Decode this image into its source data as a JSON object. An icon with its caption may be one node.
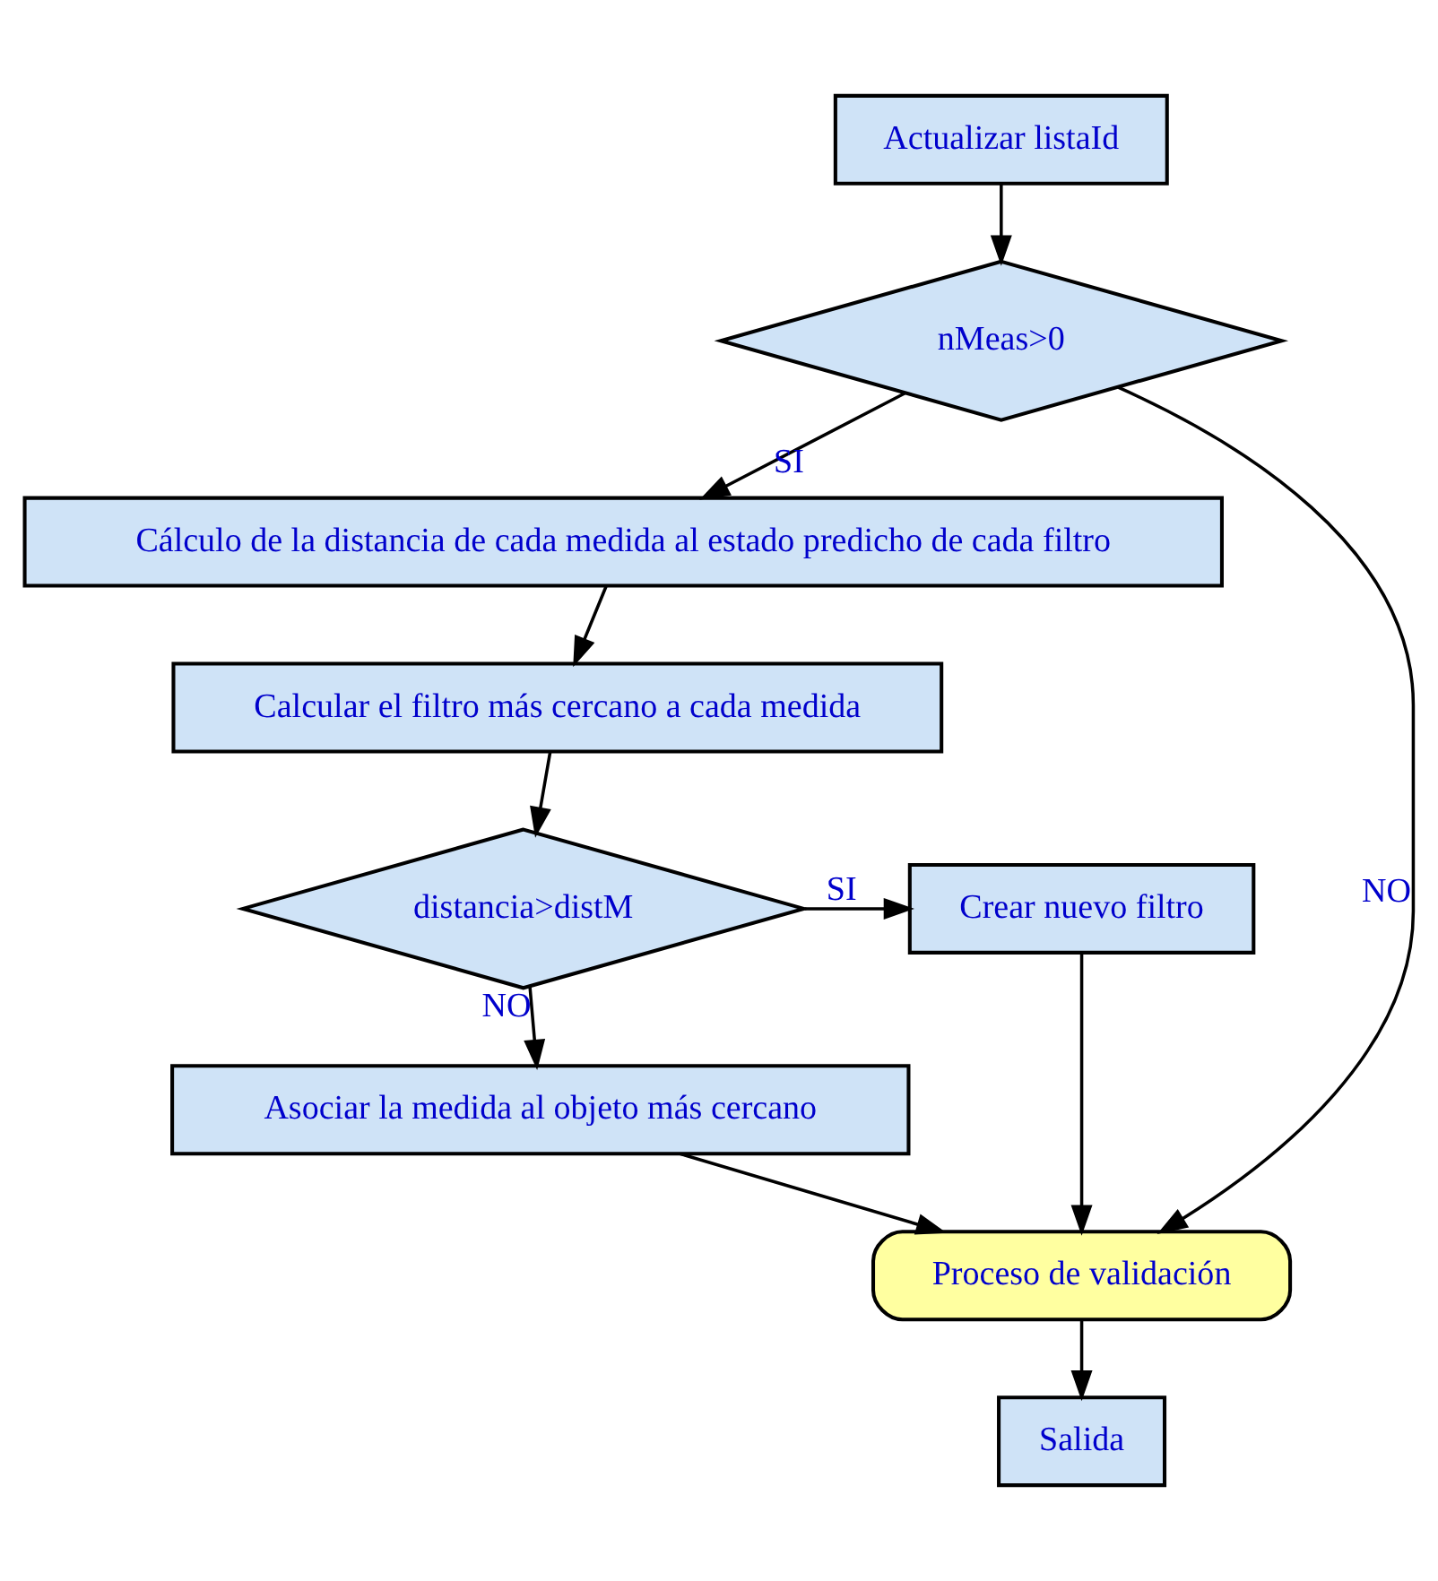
{
  "diagram": {
    "nodes": [
      {
        "text": [
          "Actualizar listaId"
        ]
      },
      {
        "text": [
          "nMeas>0"
        ]
      },
      {
        "text": [
          "Cálculo de la distancia de cada medida al estado predicho de cada filtro"
        ]
      },
      {
        "text": [
          "Calcular el filtro más cercano a cada medida"
        ]
      },
      {
        "text": [
          "distancia>distM"
        ]
      },
      {
        "text": [
          "Crear nuevo filtro"
        ]
      },
      {
        "text": [
          "Asociar la medida al objeto más cercano"
        ]
      },
      {
        "text": [
          "Proceso de validación"
        ]
      },
      {
        "text": [
          "Salida"
        ]
      }
    ],
    "edges": [
      {
        "from": 0,
        "to": 1,
        "arrow": "to"
      },
      {
        "from": 1,
        "to": 2,
        "arrow": "to",
        "label": "SI"
      },
      {
        "from": 1,
        "to": 7,
        "arrow": "to",
        "label": "NO"
      },
      {
        "from": 2,
        "to": 3,
        "arrow": "to"
      },
      {
        "from": 3,
        "to": 4,
        "arrow": "to"
      },
      {
        "from": 4,
        "to": 5,
        "arrow": "to",
        "label": "SI"
      },
      {
        "from": 4,
        "to": 6,
        "arrow": "to",
        "label": "NO"
      },
      {
        "from": 6,
        "to": 7,
        "arrow": "to"
      },
      {
        "from": 5,
        "to": 7,
        "arrow": "to"
      },
      {
        "from": 7,
        "to": 8,
        "arrow": "to"
      }
    ]
  }
}
